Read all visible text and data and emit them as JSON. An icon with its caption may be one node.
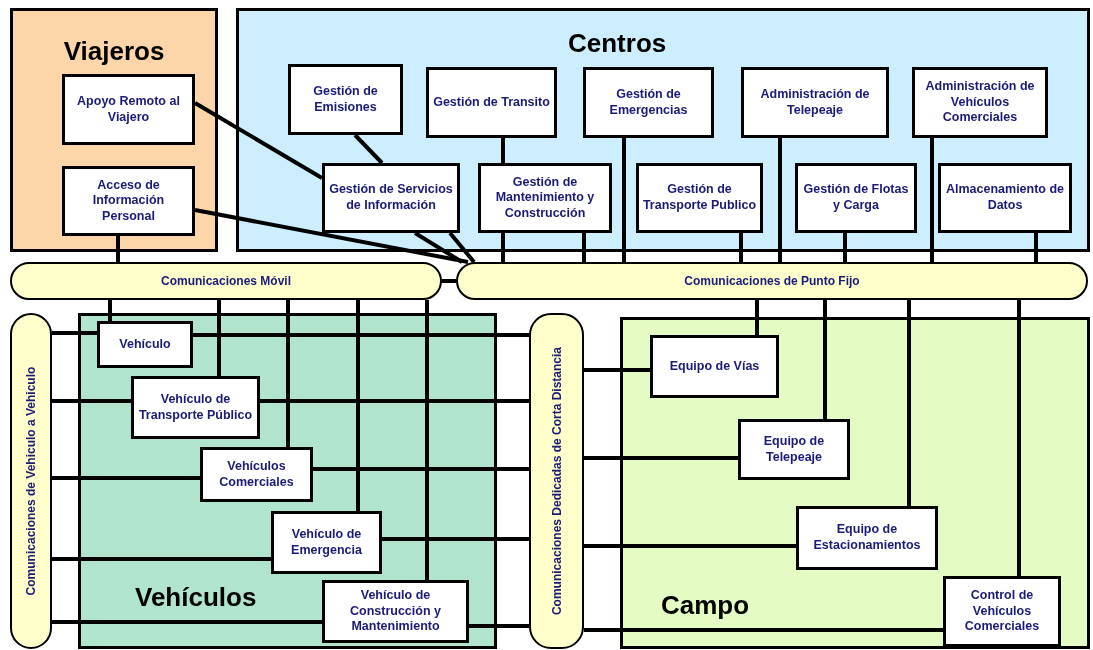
{
  "diagram": {
    "nodes": [
      {
        "text": [
          "Viajeros"
        ]
      },
      {
        "text": [
          "Apoyo Remoto al Viajero"
        ],
        "in": 0
      },
      {
        "text": [
          "Acceso de Información Personal"
        ],
        "in": 0
      },
      {
        "text": [
          "Centros"
        ]
      },
      {
        "text": [
          "Gestión de Emisiones"
        ],
        "in": 3
      },
      {
        "text": [
          "Gestión de Transito"
        ],
        "in": 3
      },
      {
        "text": [
          "Gestión de Emergencias"
        ],
        "in": 3
      },
      {
        "text": [
          "Administración de Telepeaje"
        ],
        "in": 3
      },
      {
        "text": [
          "Administración de Vehículos Comerciales"
        ],
        "in": 3
      },
      {
        "text": [
          "Gestión de Servicios de Información"
        ],
        "in": 3
      },
      {
        "text": [
          "Gestión de Mantenimiento y Construcción"
        ],
        "in": 3
      },
      {
        "text": [
          "Gestión de Transporte Publico"
        ],
        "in": 3
      },
      {
        "text": [
          "Gestión de Flotas y Carga"
        ],
        "in": 3
      },
      {
        "text": [
          "Almacenamiento de Datos"
        ],
        "in": 3
      },
      {
        "text": [
          "Comunicaciones Móvil"
        ]
      },
      {
        "text": [
          "Comunicaciones de Punto Fijo"
        ]
      },
      {
        "text": [
          "Comunicaciones de Vehiculo a Vehiculo"
        ]
      },
      {
        "text": [
          "Vehículos"
        ]
      },
      {
        "text": [
          "Vehículo"
        ],
        "in": 17
      },
      {
        "text": [
          "Vehículo de Transporte Público"
        ],
        "in": 17
      },
      {
        "text": [
          "Vehículos Comerciales"
        ],
        "in": 17
      },
      {
        "text": [
          "Vehículo de Emergencia"
        ],
        "in": 17
      },
      {
        "text": [
          "Vehículo de Construcción y Mantenimiento"
        ],
        "in": 17
      },
      {
        "text": [
          "Comunicaciones Dedicadas de Corta Distancia"
        ]
      },
      {
        "text": [
          "Campo"
        ]
      },
      {
        "text": [
          "Equipo de Vías"
        ],
        "in": 24
      },
      {
        "text": [
          "Equipo de Telepeaje"
        ],
        "in": 24
      },
      {
        "text": [
          "Equipo de Estacionamientos"
        ],
        "in": 24
      },
      {
        "text": [
          "Control de Vehículos Comerciales"
        ],
        "in": 24
      }
    ],
    "edges": [
      {
        "from": 1,
        "to": 9,
        "arrow": "none"
      },
      {
        "from": 2,
        "to": 15,
        "arrow": "none"
      },
      {
        "from": 2,
        "to": 14,
        "arrow": "none"
      },
      {
        "from": 4,
        "to": 9,
        "arrow": "none"
      },
      {
        "from": 5,
        "to": 10,
        "arrow": "none"
      },
      {
        "from": 6,
        "to": 15,
        "arrow": "none"
      },
      {
        "from": 7,
        "to": 15,
        "arrow": "none"
      },
      {
        "from": 8,
        "to": 15,
        "arrow": "none"
      },
      {
        "from": 10,
        "to": 15,
        "arrow": "none"
      },
      {
        "from": 11,
        "to": 15,
        "arrow": "none"
      },
      {
        "from": 12,
        "to": 15,
        "arrow": "none"
      },
      {
        "from": 13,
        "to": 15,
        "arrow": "none"
      },
      {
        "from": 14,
        "to": 15,
        "arrow": "none"
      },
      {
        "from": 14,
        "to": 18,
        "arrow": "none"
      },
      {
        "from": 14,
        "to": 19,
        "arrow": "none"
      },
      {
        "from": 14,
        "to": 20,
        "arrow": "none"
      },
      {
        "from": 14,
        "to": 21,
        "arrow": "none"
      },
      {
        "from": 14,
        "to": 22,
        "arrow": "none"
      },
      {
        "from": 15,
        "to": 25,
        "arrow": "none"
      },
      {
        "from": 15,
        "to": 26,
        "arrow": "none"
      },
      {
        "from": 15,
        "to": 27,
        "arrow": "none"
      },
      {
        "from": 15,
        "to": 28,
        "arrow": "none"
      },
      {
        "from": 16,
        "to": 18,
        "arrow": "none"
      },
      {
        "from": 16,
        "to": 19,
        "arrow": "none"
      },
      {
        "from": 16,
        "to": 20,
        "arrow": "none"
      },
      {
        "from": 16,
        "to": 21,
        "arrow": "none"
      },
      {
        "from": 16,
        "to": 22,
        "arrow": "none"
      },
      {
        "from": 18,
        "to": 23,
        "arrow": "none"
      },
      {
        "from": 19,
        "to": 23,
        "arrow": "none"
      },
      {
        "from": 20,
        "to": 23,
        "arrow": "none"
      },
      {
        "from": 21,
        "to": 23,
        "arrow": "none"
      },
      {
        "from": 22,
        "to": 23,
        "arrow": "none"
      },
      {
        "from": 23,
        "to": 25,
        "arrow": "none"
      },
      {
        "from": 23,
        "to": 26,
        "arrow": "none"
      },
      {
        "from": 23,
        "to": 27,
        "arrow": "none"
      },
      {
        "from": 23,
        "to": 28,
        "arrow": "none"
      },
      {
        "from": 9,
        "to": 15,
        "arrow": "none"
      },
      {
        "from": 9,
        "to": 15,
        "arrow": "none"
      },
      {
        "from": 10,
        "to": 15,
        "arrow": "none"
      }
    ]
  }
}
